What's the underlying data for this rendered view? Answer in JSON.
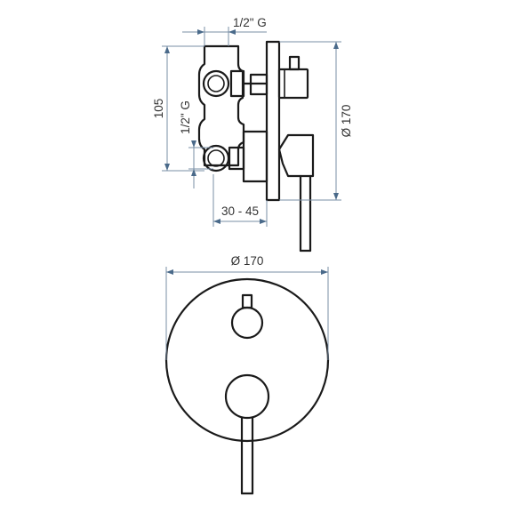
{
  "dimensions": {
    "thread_top": "1/2\" G",
    "thread_side": "1/2\" G",
    "height_body": "105",
    "diameter_side": "Ø 170",
    "depth_range": "30 - 45",
    "diameter_front": "Ø 170"
  },
  "colors": {
    "line": "#1a1a1a",
    "dimension_line": "#7a8fa6",
    "text": "#333333"
  }
}
